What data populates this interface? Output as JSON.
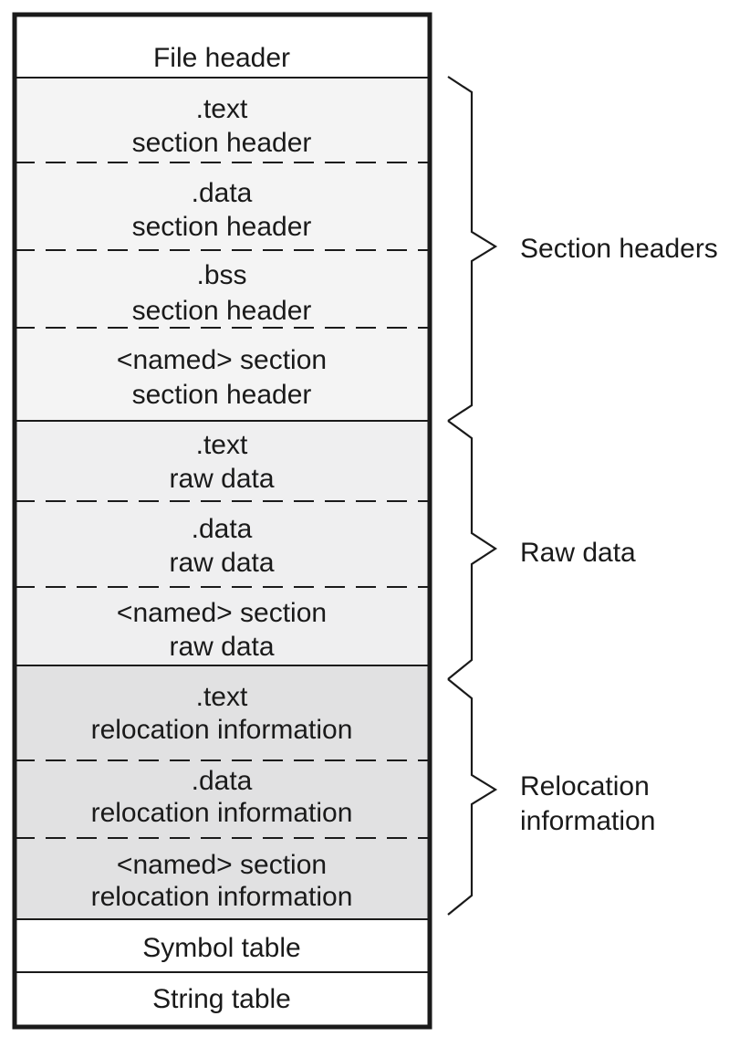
{
  "file_header": "File header",
  "section_headers": [
    {
      "line1": ".text",
      "line2": "section header"
    },
    {
      "line1": ".data",
      "line2": "section header"
    },
    {
      "line1": ".bss",
      "line2": "section header"
    },
    {
      "line1": "<named> section",
      "line2": "section header"
    }
  ],
  "raw_data": [
    {
      "line1": ".text",
      "line2": "raw data"
    },
    {
      "line1": ".data",
      "line2": "raw data"
    },
    {
      "line1": "<named> section",
      "line2": "raw data"
    }
  ],
  "relocation": [
    {
      "line1": ".text",
      "line2": "relocation information"
    },
    {
      "line1": ".data",
      "line2": "relocation information"
    },
    {
      "line1": "<named> section",
      "line2": "relocation information"
    }
  ],
  "symbol_table": "Symbol table",
  "string_table": "String table",
  "braces": {
    "section_headers": "Section headers",
    "raw_data": "Raw data",
    "relocation_line1": "Relocation",
    "relocation_line2": "information"
  },
  "colors": {
    "white": "#ffffff",
    "section_header_fill": "#f4f4f4",
    "raw_data_fill": "#efeff0",
    "relocation_fill": "#e1e1e2",
    "border": "#1a1a1a"
  }
}
